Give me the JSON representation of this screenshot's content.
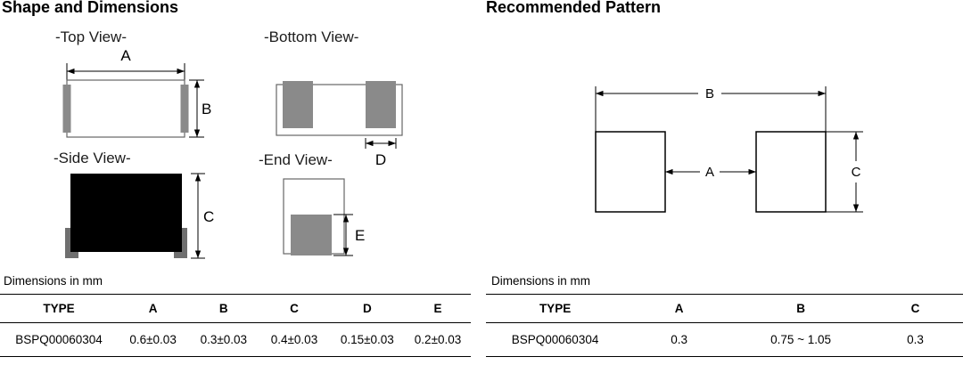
{
  "shape": {
    "title": "Shape and Dimensions",
    "top_view_label": "-Top View-",
    "bottom_view_label": "-Bottom View-",
    "side_view_label": "-Side View-",
    "end_view_label": "-End View-",
    "dims": {
      "a": "A",
      "b": "B",
      "c": "C",
      "d": "D",
      "e": "E"
    },
    "units_note": "Dimensions in mm",
    "table": {
      "headers": [
        "TYPE",
        "A",
        "B",
        "C",
        "D",
        "E"
      ],
      "rows": [
        [
          "BSPQ00060304",
          "0.6±0.03",
          "0.3±0.03",
          "0.4±0.03",
          "0.15±0.03",
          "0.2±0.03"
        ]
      ]
    }
  },
  "pattern": {
    "title": "Recommended Pattern",
    "dims": {
      "a": "A",
      "b": "B",
      "c": "C"
    },
    "units_note": "Dimensions in mm",
    "table": {
      "headers": [
        "TYPE",
        "A",
        "B",
        "C"
      ],
      "rows": [
        [
          "BSPQ00060304",
          "0.3",
          "0.75 ~ 1.05",
          "0.3"
        ]
      ]
    }
  }
}
